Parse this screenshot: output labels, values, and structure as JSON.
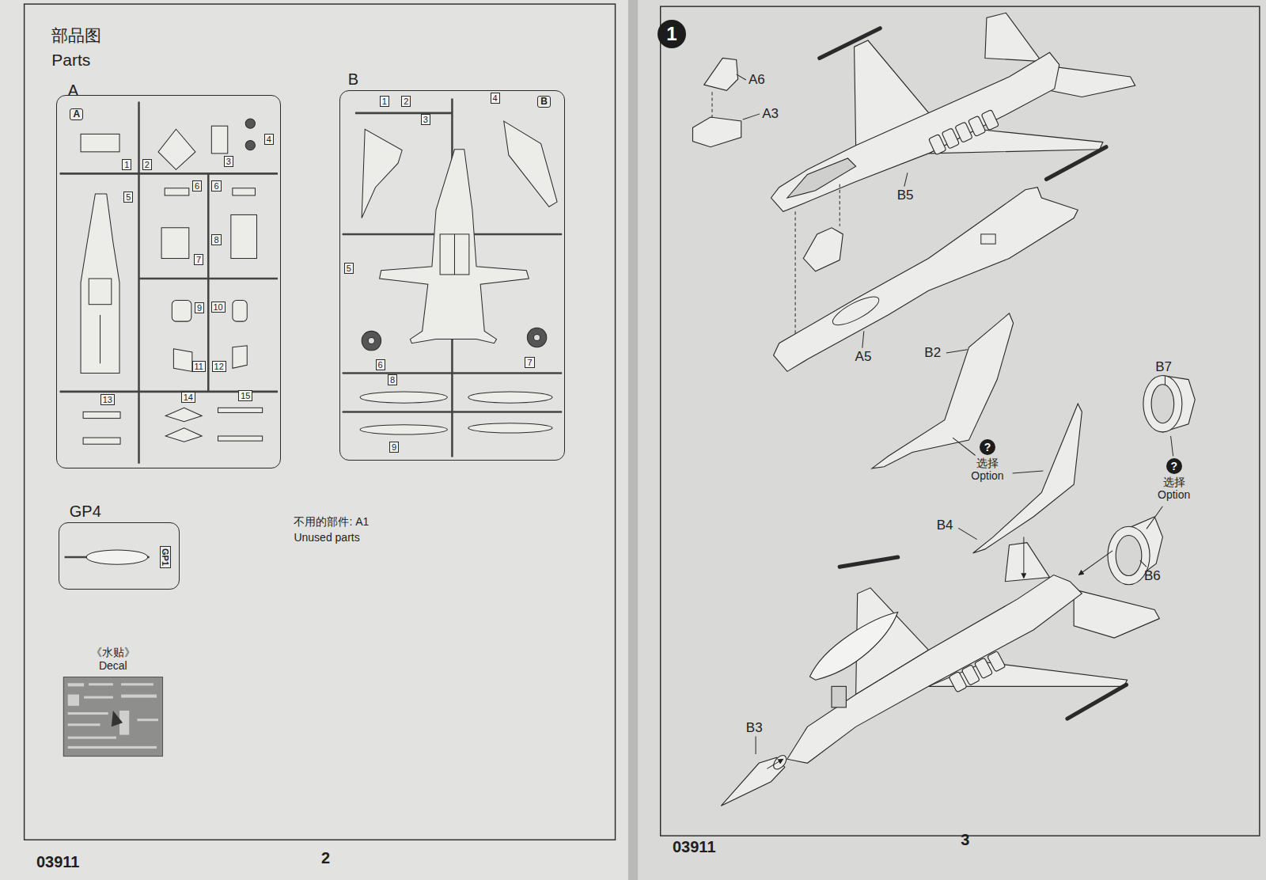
{
  "diagram": {
    "title": "部品图 Parts",
    "nodes": [
      {
        "text": [
          "A"
        ]
      },
      {
        "text": [
          "A"
        ],
        "in": 0
      },
      {
        "text": [
          "1"
        ],
        "in": 0
      },
      {
        "text": [
          "2"
        ],
        "in": 0
      },
      {
        "text": [
          "3"
        ],
        "in": 0
      },
      {
        "text": [
          "4"
        ],
        "in": 0
      },
      {
        "text": [
          "5"
        ],
        "in": 0
      },
      {
        "text": [
          "6"
        ],
        "in": 0
      },
      {
        "text": [
          "6"
        ],
        "in": 0
      },
      {
        "text": [
          "7"
        ],
        "in": 0
      },
      {
        "text": [
          "8"
        ],
        "in": 0
      },
      {
        "text": [
          "9"
        ],
        "in": 0
      },
      {
        "text": [
          "10"
        ],
        "in": 0
      },
      {
        "text": [
          "11"
        ],
        "in": 0
      },
      {
        "text": [
          "12"
        ],
        "in": 0
      },
      {
        "text": [
          "13"
        ],
        "in": 0
      },
      {
        "text": [
          "14"
        ],
        "in": 0
      },
      {
        "text": [
          "15"
        ],
        "in": 0
      },
      {
        "text": [
          "B"
        ]
      },
      {
        "text": [
          "B"
        ],
        "in": 18
      },
      {
        "text": [
          "1"
        ],
        "in": 18
      },
      {
        "text": [
          "2"
        ],
        "in": 18
      },
      {
        "text": [
          "3"
        ],
        "in": 18
      },
      {
        "text": [
          "4"
        ],
        "in": 18
      },
      {
        "text": [
          "5"
        ],
        "in": 18
      },
      {
        "text": [
          "6"
        ],
        "in": 18
      },
      {
        "text": [
          "7"
        ],
        "in": 18
      },
      {
        "text": [
          "8"
        ],
        "in": 18
      },
      {
        "text": [
          "9"
        ],
        "in": 18
      },
      {
        "text": [
          "GP4"
        ]
      },
      {
        "text": [
          "GP1"
        ],
        "in": 29
      },
      {
        "text": [
          "《水贴》 Decal"
        ]
      },
      {
        "text": [
          "1"
        ]
      },
      {
        "text": [
          "?",
          "选择 Option"
        ]
      },
      {
        "text": [
          "?",
          "选择 Option"
        ]
      }
    ],
    "labels": [
      "不用的部件: A1",
      "Unused parts",
      "A6",
      "A3",
      "B5",
      "A5",
      "B2",
      "B7",
      "B4",
      "B6",
      "B3",
      "03911",
      "2",
      "03911",
      "3"
    ]
  }
}
